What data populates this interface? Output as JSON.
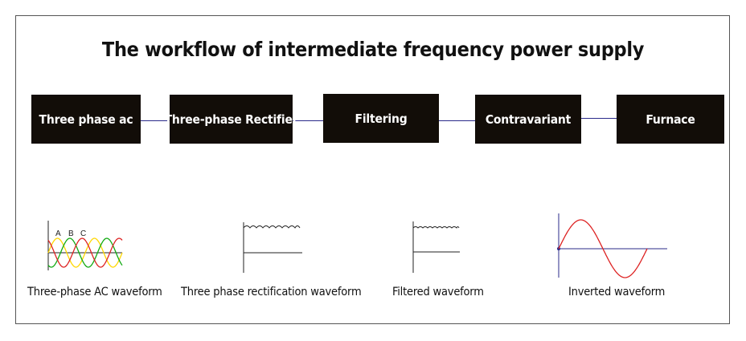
{
  "title": "The workflow of intermediate frequency power supply",
  "steps": [
    {
      "label": "Three phase ac"
    },
    {
      "label": "Three-phase Rectifier"
    },
    {
      "label": "Filtering"
    },
    {
      "label": "Contravariant"
    },
    {
      "label": "Furnace"
    }
  ],
  "waveforms": [
    {
      "caption": "Three-phase AC waveform",
      "phase_labels": [
        "A",
        "B",
        "C"
      ]
    },
    {
      "caption": "Three phase rectification waveform"
    },
    {
      "caption": "Filtered waveform"
    },
    {
      "caption": "Inverted waveform"
    }
  ],
  "colors": {
    "box_fill": "#120d08",
    "box_text": "#ffffff",
    "connector": "#2a2a8a",
    "phase_a": "#ffd700",
    "phase_b": "#11aa11",
    "phase_c": "#dd2222",
    "inverted_wave": "#dd2222",
    "inverted_axis": "#2a2a8a"
  }
}
